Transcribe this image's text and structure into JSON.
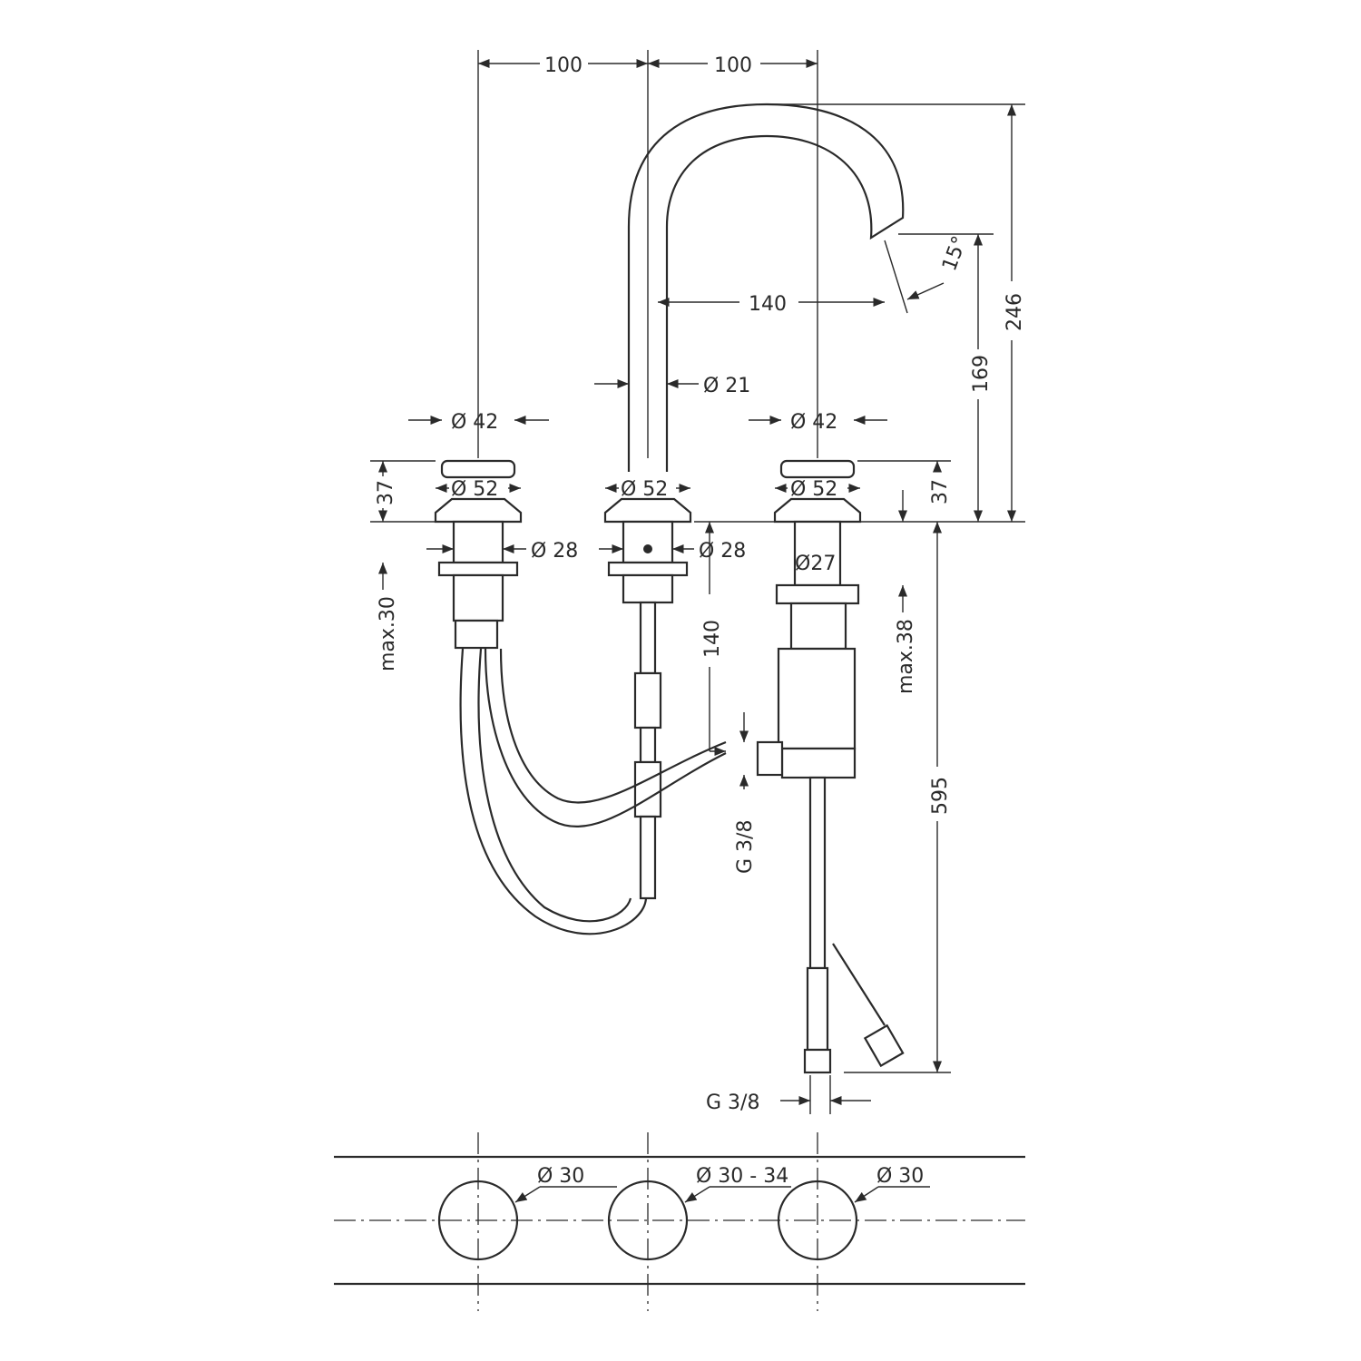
{
  "drawing": {
    "dims": {
      "handle_spacing_left": "100",
      "handle_spacing_right": "100",
      "spout_reach": "140",
      "spout_angle": "15°",
      "total_height": "246",
      "spout_height": "169",
      "spout_diameter": "Ø 21",
      "handle_dia_left": "Ø 42",
      "handle_dia_right": "Ø 42",
      "base_dia_left": "Ø 52",
      "base_dia_center": "Ø 52",
      "base_dia_right": "Ø 52",
      "handle_height_left": "37",
      "handle_height_right": "37",
      "shank_left": "Ø 28",
      "shank_center": "Ø 28",
      "shank_right": "Ø27",
      "max_thickness_left": "max.30",
      "max_thickness_right": "max.38",
      "outlet_depth": "140",
      "hose_length": "595",
      "connection_side": "G 3/8",
      "connection_bottom": "G 3/8"
    },
    "cutouts": {
      "left": "Ø 30",
      "center": "Ø 30 - 34",
      "right": "Ø 30"
    }
  }
}
